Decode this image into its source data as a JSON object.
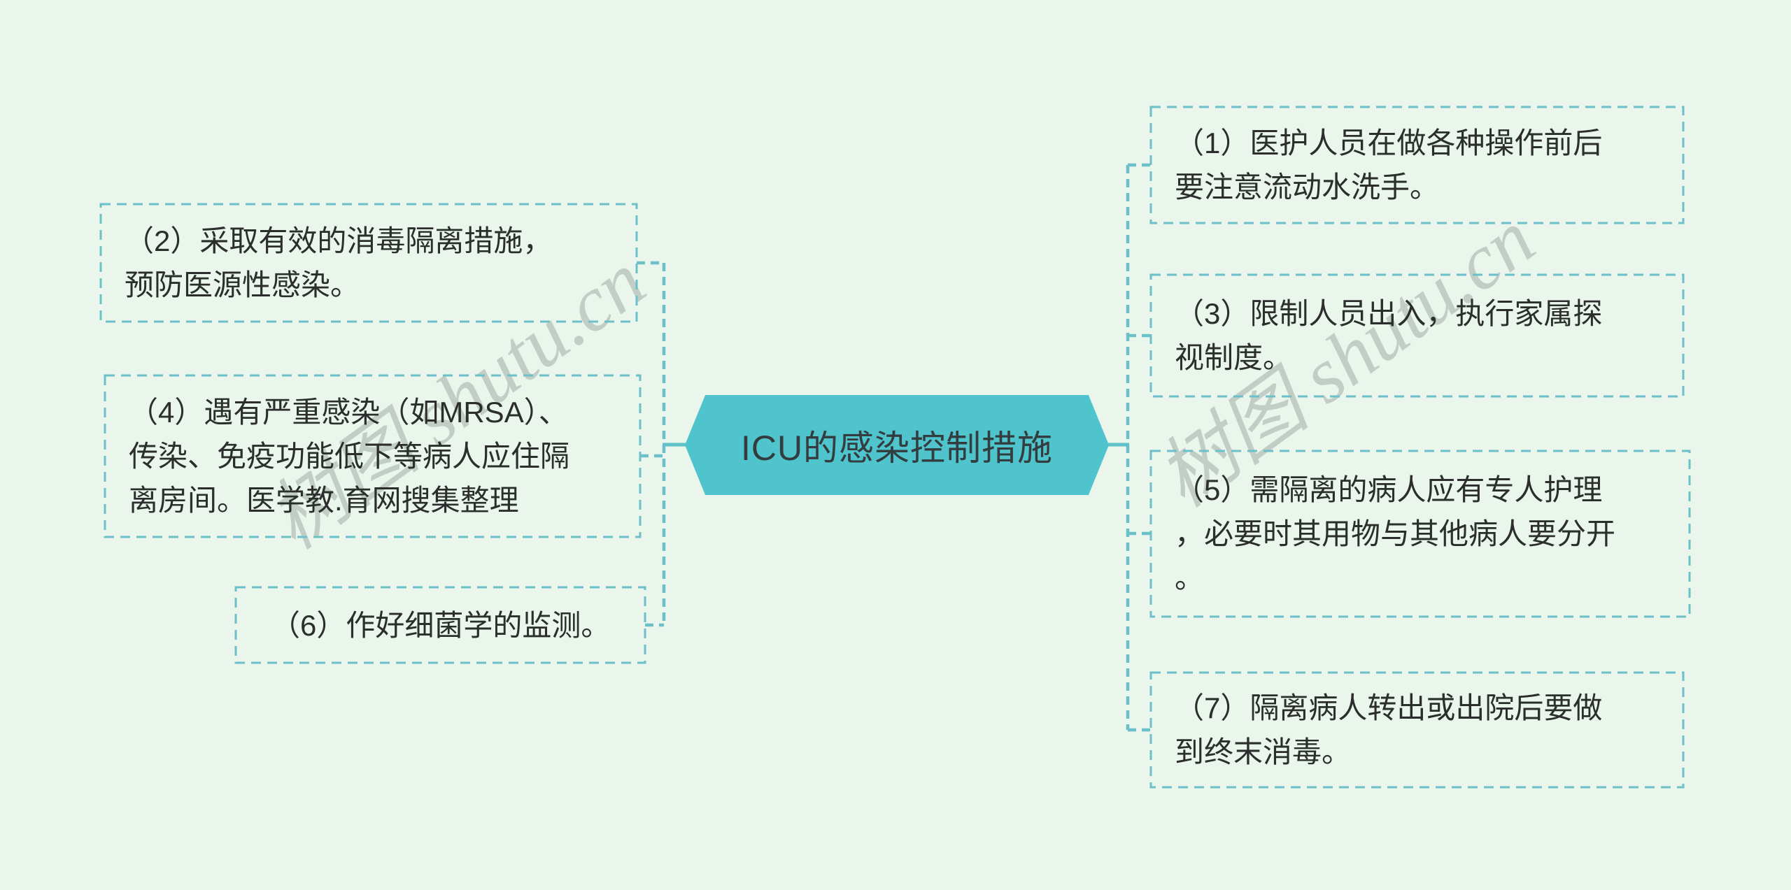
{
  "page": {
    "background_color": "#eaf5ec"
  },
  "theme": {
    "dash_border_color": "#6cc0c9",
    "connector_color": "#5fc2cb",
    "center_node_fill": "#4fc4cd",
    "center_node_text_color": "#333c3e",
    "branch_text_color": "#2b2e2d",
    "watermark_color": "#c2cbc4"
  },
  "watermark": {
    "text": "树图 shutu.cn"
  },
  "center": {
    "label": "ICU的感染控制措施"
  },
  "branches": {
    "left": [
      {
        "id": "2",
        "text": "（2）采取有效的消毒隔离措施，\n预防医源性感染。"
      },
      {
        "id": "4",
        "text": "（4）遇有严重感染（如MRSA）、\n传染、免疫功能低下等病人应住隔\n离房间。医学教.育网搜集整理"
      },
      {
        "id": "6",
        "text": "（6）作好细菌学的监测。"
      }
    ],
    "right": [
      {
        "id": "1",
        "text": "（1）医护人员在做各种操作前后\n要注意流动水洗手。"
      },
      {
        "id": "3",
        "text": "（3）限制人员出入，执行家属探\n视制度。"
      },
      {
        "id": "5",
        "text": "（5）需隔离的病人应有专人护理\n，必要时其用物与其他病人要分开\n。"
      },
      {
        "id": "7",
        "text": "（7）隔离病人转出或出院后要做\n到终末消毒。"
      }
    ]
  }
}
